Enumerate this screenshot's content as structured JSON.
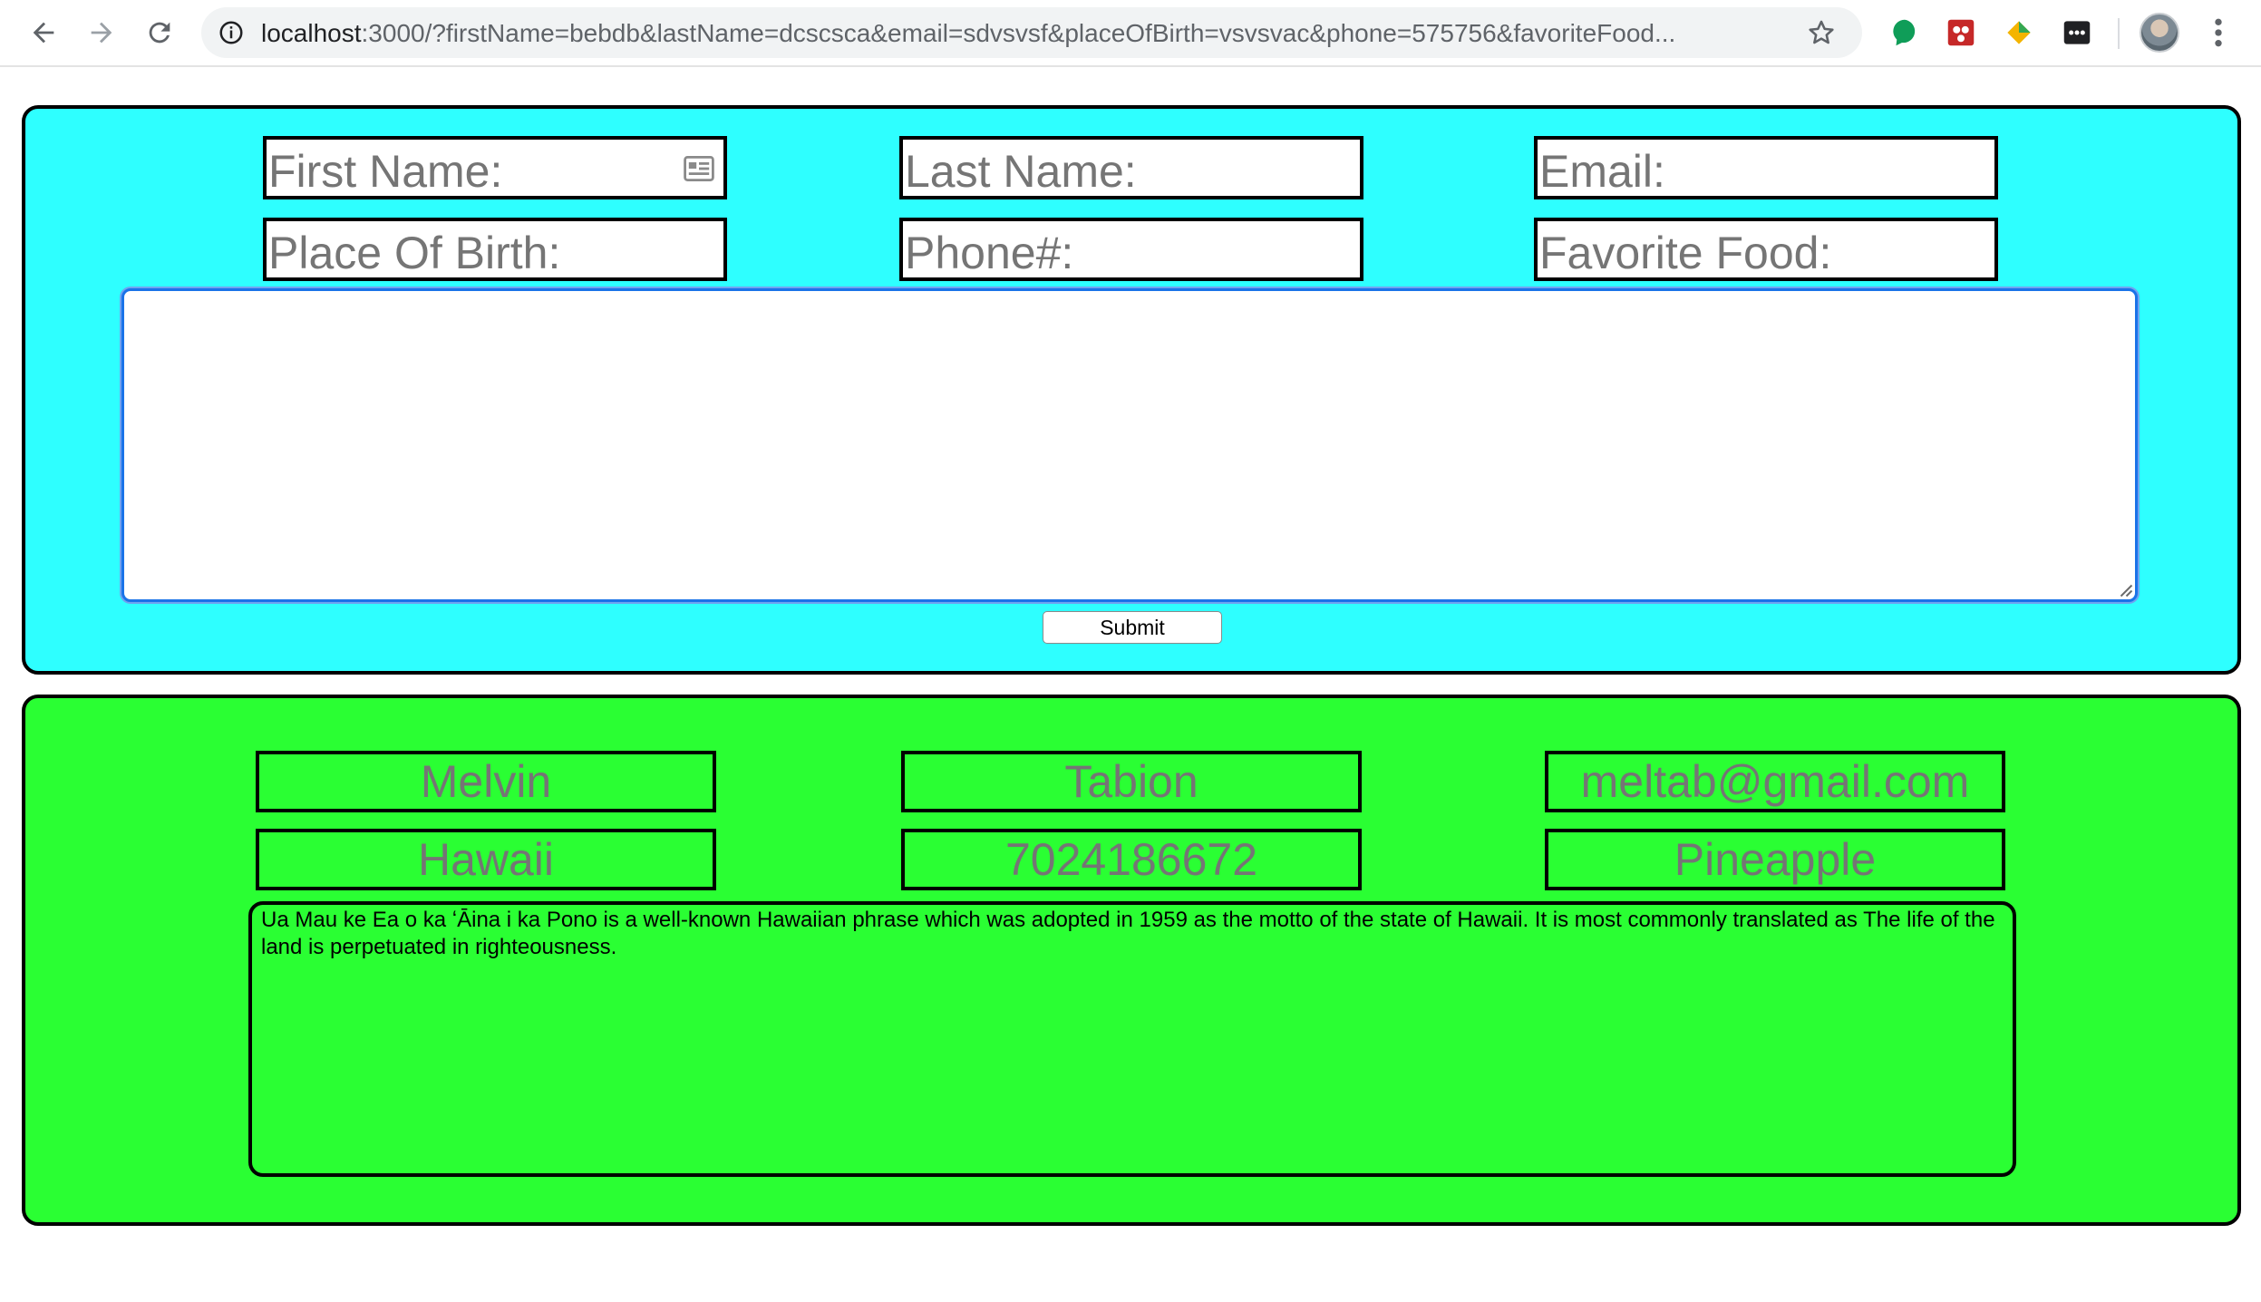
{
  "browser": {
    "url_host": "localhost",
    "url_rest": ":3000/?firstName=bebdb&lastName=dcscsca&email=sdvsvsf&placeOfBirth=vsvsvac&phone=575756&favoriteFood...",
    "icons": [
      "back-icon",
      "forward-icon",
      "reload-icon",
      "info-icon",
      "bookmark-star-icon",
      "extension-icons",
      "profile-avatar",
      "more-menu-icon"
    ]
  },
  "colors": {
    "form_panel": "#2effff",
    "output_panel": "#2aff33",
    "placeholder": "#757575",
    "focus_ring": "#1a73e8"
  },
  "form": {
    "fields": [
      {
        "name": "first-name-input",
        "placeholder": "First Name:"
      },
      {
        "name": "last-name-input",
        "placeholder": "Last Name:"
      },
      {
        "name": "email-input",
        "placeholder": "Email:"
      },
      {
        "name": "place-of-birth-input",
        "placeholder": "Place Of Birth:"
      },
      {
        "name": "phone-input",
        "placeholder": "Phone#:"
      },
      {
        "name": "favorite-food-input",
        "placeholder": "Favorite Food:"
      }
    ],
    "textarea_value": "",
    "submit_label": "Submit"
  },
  "output": {
    "fields": [
      {
        "name": "output-first-name",
        "value": "Melvin"
      },
      {
        "name": "output-last-name",
        "value": "Tabion"
      },
      {
        "name": "output-email",
        "value": "meltab@gmail.com"
      },
      {
        "name": "output-place-of-birth",
        "value": "Hawaii"
      },
      {
        "name": "output-phone",
        "value": "7024186672"
      },
      {
        "name": "output-favorite-food",
        "value": "Pineapple"
      }
    ],
    "text": "Ua Mau ke Ea o ka ʻĀina i ka Pono is a well-known Hawaiian phrase which was adopted in 1959 as the motto of the state of Hawaii. It is most commonly translated as The life of the land is perpetuated in righteousness."
  }
}
